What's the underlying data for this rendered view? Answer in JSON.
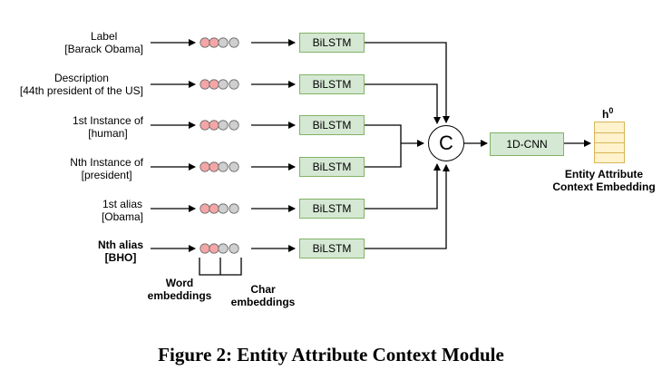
{
  "inputs": [
    {
      "line1": "Label",
      "line2": "[Barack Obama]",
      "bold": false
    },
    {
      "line1": "Description",
      "line2": "[44th president of the US]",
      "bold": false
    },
    {
      "line1": "1st Instance of",
      "line2": "[human]",
      "bold": false
    },
    {
      "line1": "Nth Instance of",
      "line2": "[president]",
      "bold": false
    },
    {
      "line1": "1st alias",
      "line2": "[Obama]",
      "bold": false
    },
    {
      "line1": "Nth alias",
      "line2": "[BHO]",
      "bold": true
    }
  ],
  "bilstm_label": "BiLSTM",
  "concat_label": "C",
  "cnn_label": "1D-CNN",
  "output_label": "h",
  "output_superscript": "0",
  "output_caption": {
    "line1": "Entity Attribute",
    "line2": "Context Embedding"
  },
  "word_embeddings_label": {
    "line1": "Word",
    "line2": "embeddings"
  },
  "char_embeddings_label": {
    "line1": "Char",
    "line2": "embeddings"
  },
  "caption": "Figure 2: Entity Attribute Context Module",
  "colors": {
    "word_circle": "#f4a6a6",
    "char_circle": "#cfcfcf",
    "box_fill": "#d5e8d4",
    "box_border": "#82b366",
    "output_fill": "#fff2cc",
    "output_border": "#d6b656"
  }
}
